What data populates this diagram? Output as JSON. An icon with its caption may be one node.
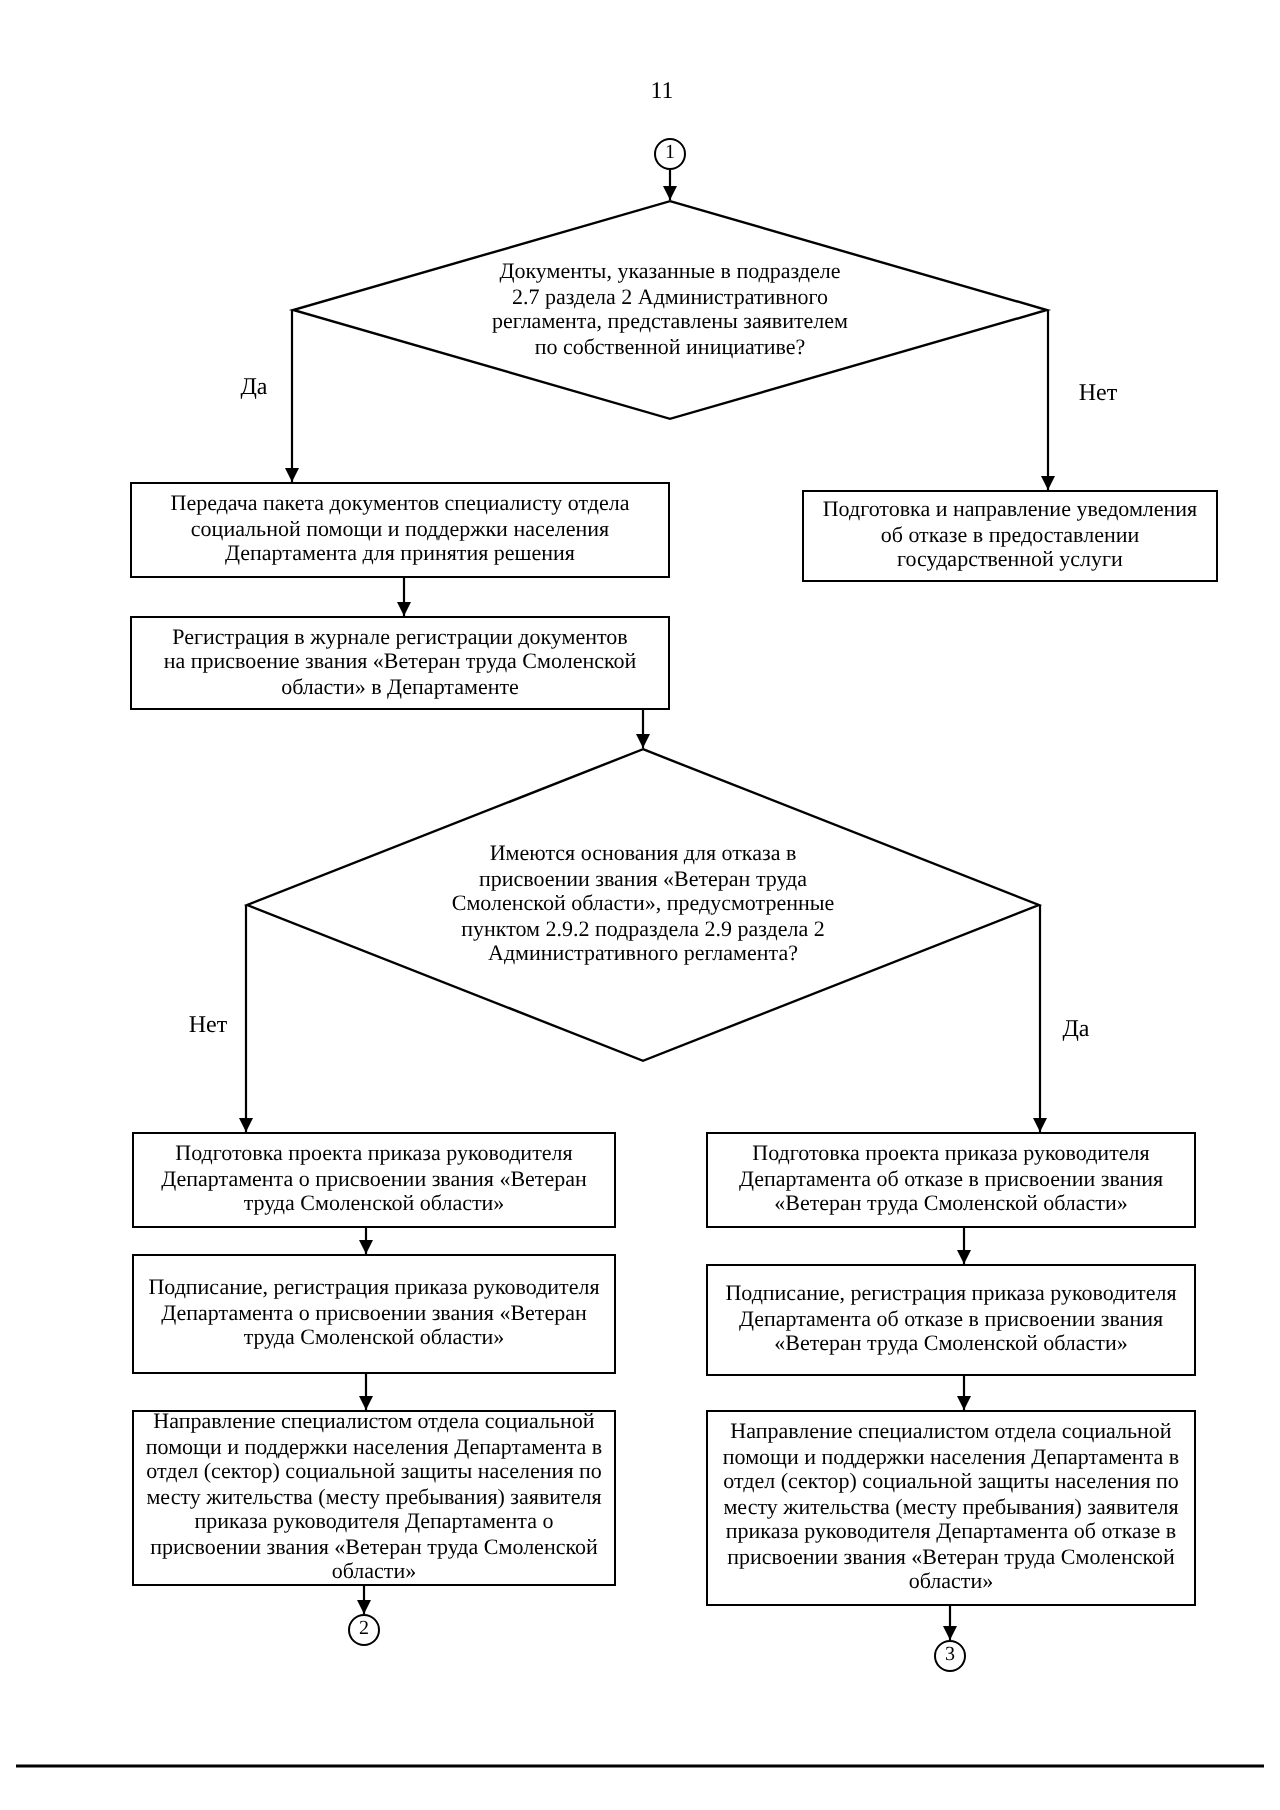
{
  "diagram": {
    "nodes": [
      {
        "text": [
          "1"
        ]
      },
      {
        "text": [
          "Документы, указанные в подразделе 2.7 раздела 2 Административного регламента, представлены заявителем по собственной инициативе?"
        ]
      },
      {
        "text": [
          "Передача пакета документов специалисту отдела социальной помощи и поддержки населения Департамента для принятия решения"
        ]
      },
      {
        "text": [
          "Подготовка и направление уведомления об отказе в предоставлении государственной услуги"
        ]
      },
      {
        "text": [
          "Регистрация в журнале регистрации документов на присвоение звания «Ветеран труда Смоленской области» в Департаменте"
        ]
      },
      {
        "text": [
          "Имеются основания для отказа в присвоении звания «Ветеран труда Смоленской области», предусмотренные пунктом 2.9.2 подраздела 2.9 раздела 2 Административного регламента?"
        ]
      },
      {
        "text": [
          "Подготовка проекта приказа руководителя Департамента о присвоении звания «Ветеран труда Смоленской области»"
        ]
      },
      {
        "text": [
          "Подготовка проекта приказа руководителя Департамента об отказе в присвоении звания «Ветеран труда Смоленской области»"
        ]
      },
      {
        "text": [
          "Подписание, регистрация приказа руководителя Департамента о присвоении звания «Ветеран труда Смоленской области»"
        ]
      },
      {
        "text": [
          "Подписание, регистрация приказа руководителя Департамента об отказе в присвоении звания «Ветеран труда Смоленской области»"
        ]
      },
      {
        "text": [
          "Направление специалистом отдела социальной помощи и поддержки населения Департамента в отдел (сектор) социальной защиты населения по месту жительства (месту пребывания) заявителя приказа руководителя Департамента о присвоении звания «Ветеран труда Смоленской области»"
        ]
      },
      {
        "text": [
          "Направление специалистом отдела социальной помощи и поддержки населения Департамента в отдел (сектор) социальной защиты населения по месту жительства (месту пребывания) заявителя приказа руководителя Департамента об отказе в присвоении звания «Ветеран труда Смоленской области»"
        ]
      },
      {
        "text": [
          "2"
        ]
      },
      {
        "text": [
          "3"
        ]
      }
    ],
    "edges": [
      {
        "from": 0,
        "to": 1,
        "arrow": "to"
      },
      {
        "from": 1,
        "to": 2,
        "arrow": "to",
        "label": "Да"
      },
      {
        "from": 1,
        "to": 3,
        "arrow": "to",
        "label": "Нет"
      },
      {
        "from": 2,
        "to": 4,
        "arrow": "to"
      },
      {
        "from": 4,
        "to": 5,
        "arrow": "to"
      },
      {
        "from": 5,
        "to": 6,
        "arrow": "to",
        "label": "Нет"
      },
      {
        "from": 5,
        "to": 7,
        "arrow": "to",
        "label": "Да"
      },
      {
        "from": 6,
        "to": 8,
        "arrow": "to"
      },
      {
        "from": 7,
        "to": 9,
        "arrow": "to"
      },
      {
        "from": 8,
        "to": 10,
        "arrow": "to"
      },
      {
        "from": 9,
        "to": 11,
        "arrow": "to"
      },
      {
        "from": 10,
        "to": 12,
        "arrow": "to"
      },
      {
        "from": 11,
        "to": 13,
        "arrow": "to"
      }
    ],
    "labels": [
      "11"
    ]
  }
}
